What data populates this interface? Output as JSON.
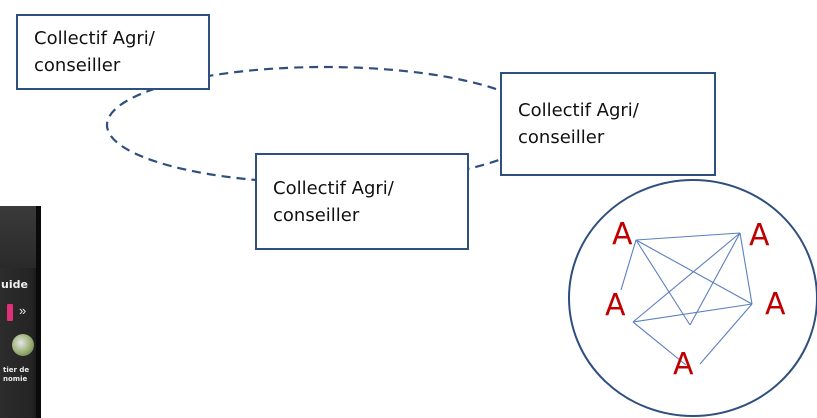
{
  "boxes": [
    {
      "line1": "Collectif Agri/",
      "line2": "conseiller"
    },
    {
      "line1": "Collectif Agri/",
      "line2": "conseiller"
    },
    {
      "line1": "Collectif Agri/",
      "line2": "conseiller"
    }
  ],
  "nodes": [
    "A",
    "A",
    "A",
    "A",
    "A"
  ],
  "colors": {
    "box_border": "#2f4f7f",
    "dashed_ellipse": "#2f4f7f",
    "circle_border": "#2f4f7f",
    "node_text": "#c00000",
    "network_lines": "#5b7fc0"
  },
  "screenshot_fragment": {
    "text_top": "uide",
    "chevron": "»",
    "text_bottom_line1": "tier de",
    "text_bottom_line2": "nomie"
  }
}
